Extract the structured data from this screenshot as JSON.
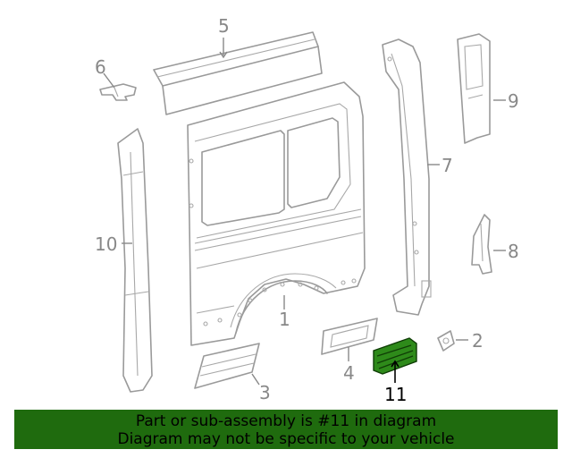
{
  "callouts": {
    "c1": "1",
    "c2": "2",
    "c3": "3",
    "c4": "4",
    "c5": "5",
    "c6": "6",
    "c7": "7",
    "c8": "8",
    "c9": "9",
    "c10": "10",
    "c11": "11"
  },
  "highlight_color": "#1f6b0e",
  "banner": {
    "line1": "Part or sub-assembly is #11 in diagram",
    "line2": "Diagram may not be specific to your vehicle",
    "background": "#1f6b0e"
  }
}
